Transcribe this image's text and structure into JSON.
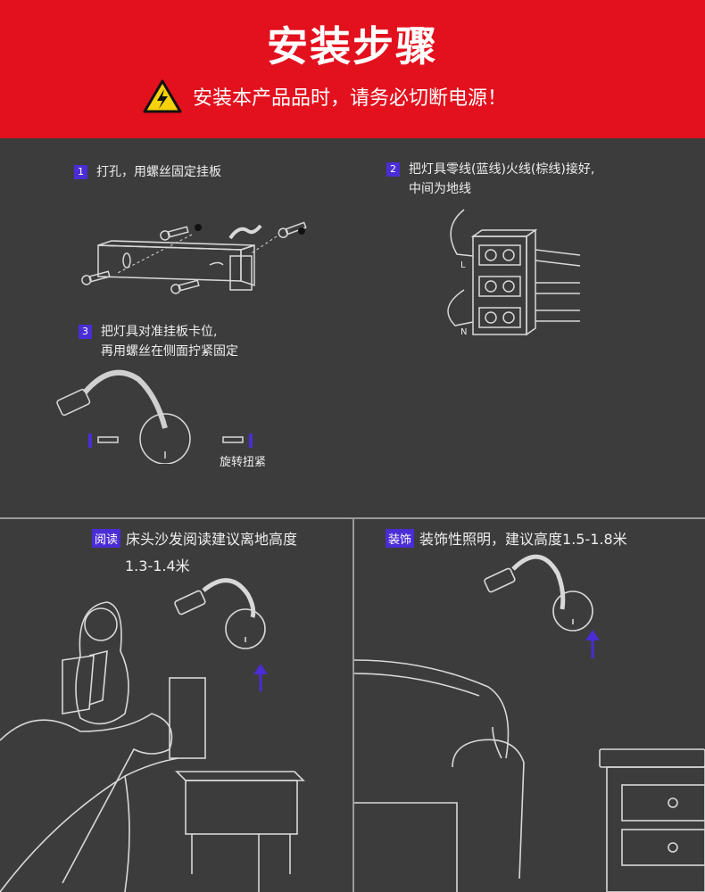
{
  "header": {
    "title": "安装步骤",
    "warning": "安装本产品品时，请务必切断电源！",
    "color": "#e3101d"
  },
  "steps": [
    {
      "num": "1",
      "lines": [
        "打孔，用螺丝固定挂板"
      ]
    },
    {
      "num": "2",
      "lines": [
        "把灯具零线(蓝线)火线(棕线)接好,",
        "中间为地线"
      ]
    },
    {
      "num": "3",
      "lines": [
        "把灯具对准挂板卡位,",
        "再用螺丝在侧面拧紧固定"
      ]
    }
  ],
  "terminal_labels": [
    "L",
    "N"
  ],
  "twist_label": "旋转扭紧",
  "scenes": [
    {
      "tag": "阅读",
      "text": "床头沙发阅读建议离地高度",
      "sub": "1.3-1.4米"
    },
    {
      "tag": "装饰",
      "text": "装饰性照明，建议高度1.5-1.8米"
    }
  ],
  "accent_color": "#4a2dd4",
  "icons": [
    "warning-icon",
    "arrow-up-icon"
  ]
}
